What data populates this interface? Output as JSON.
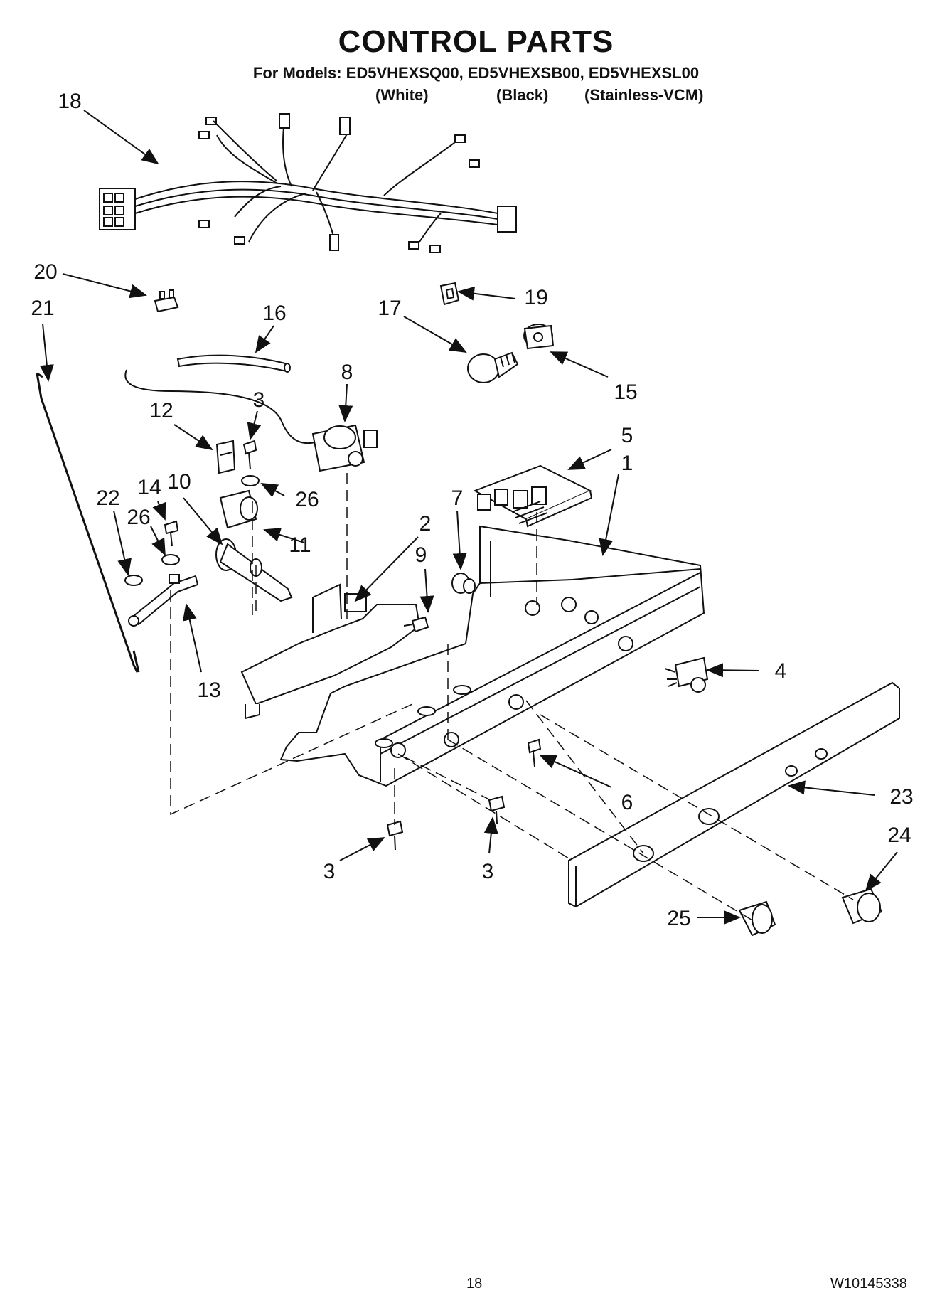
{
  "header": {
    "title": "CONTROL PARTS",
    "models_line": "For Models: ED5VHEXSQ00, ED5VHEXSB00, ED5VHEXSL00",
    "variants": [
      "(White)",
      "(Black)",
      "(Stainless-VCM)"
    ]
  },
  "callouts": [
    "18",
    "20",
    "21",
    "16",
    "19",
    "17",
    "15",
    "12",
    "3",
    "8",
    "5",
    "1",
    "14",
    "10",
    "26",
    "22",
    "26",
    "11",
    "2",
    "7",
    "9",
    "4",
    "13",
    "23",
    "6",
    "24",
    "3",
    "3",
    "25"
  ],
  "footer": {
    "page_number": "18",
    "doc_number": "W10145338"
  }
}
